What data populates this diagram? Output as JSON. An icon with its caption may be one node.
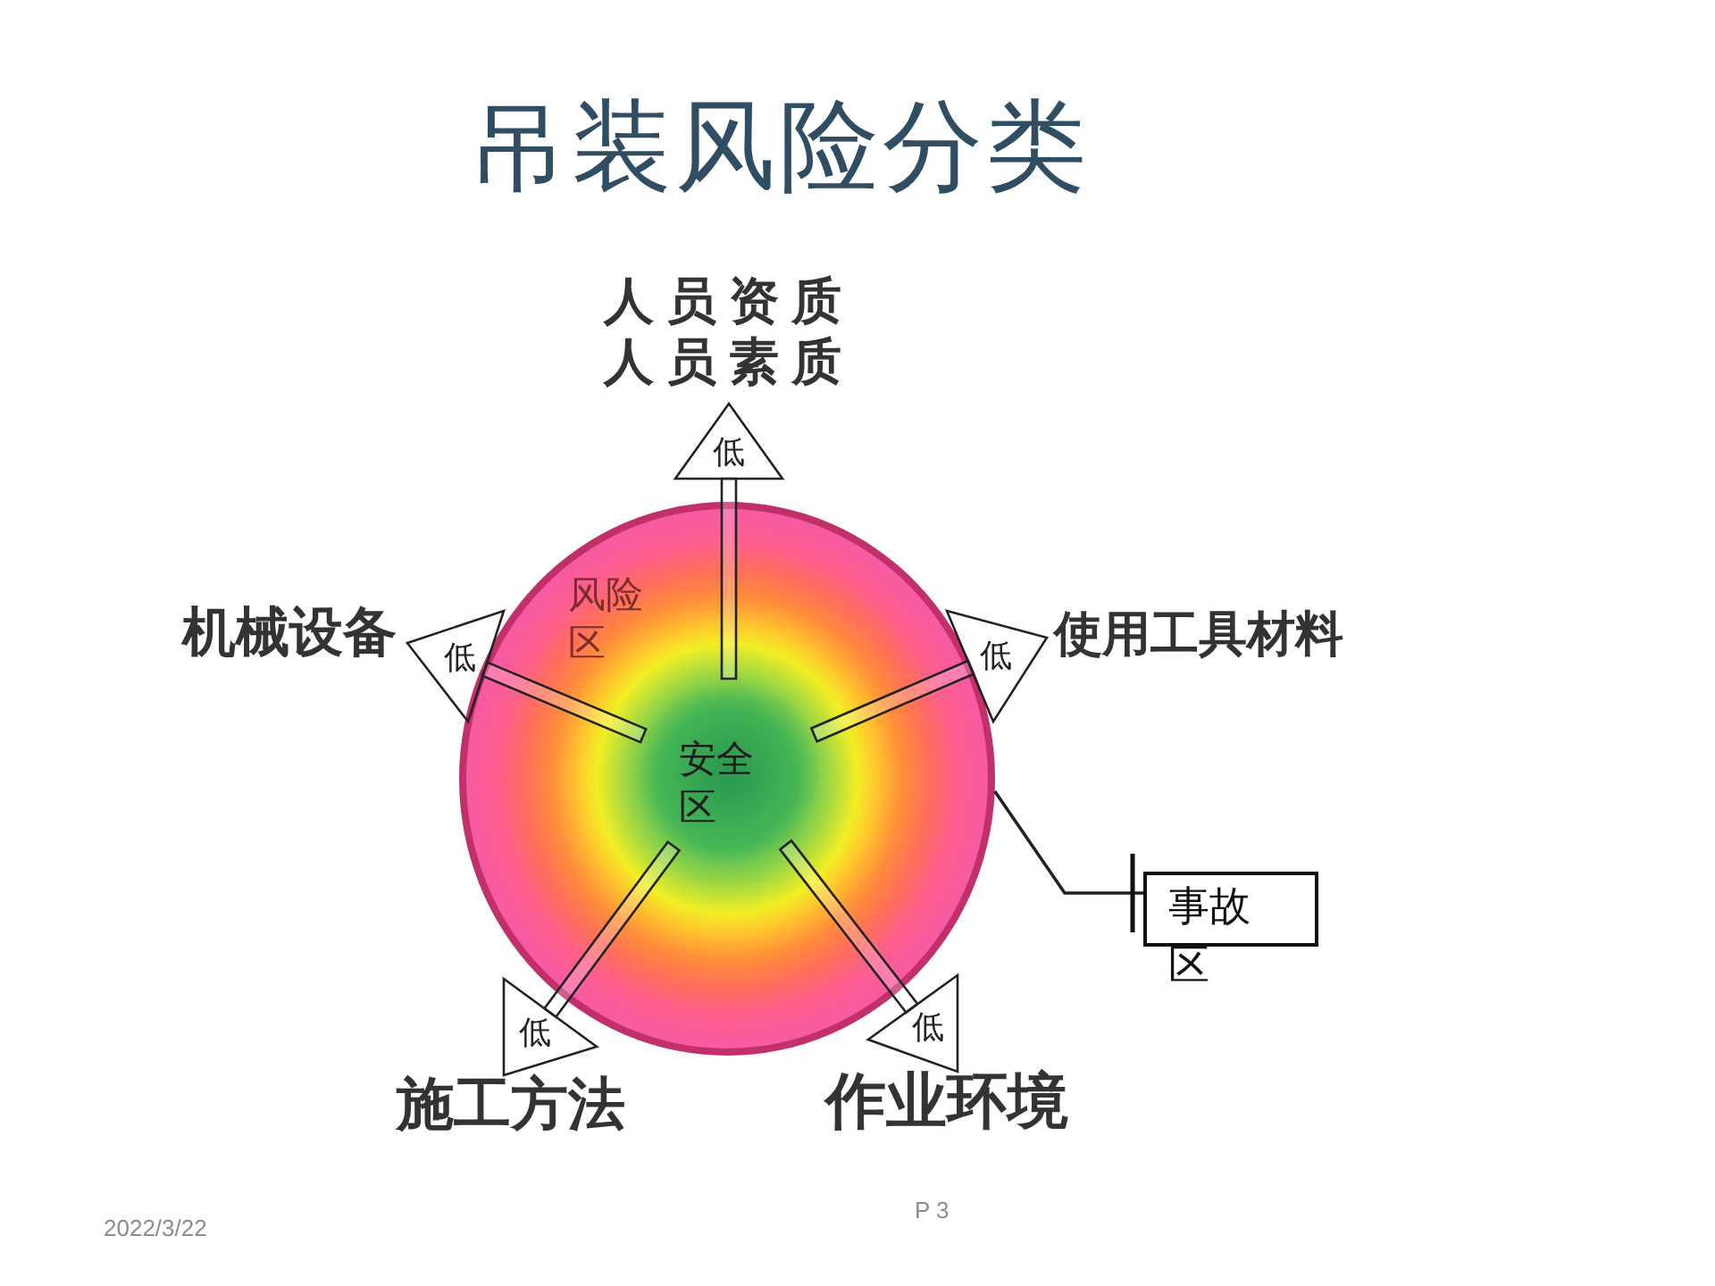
{
  "diagram": {
    "title": "吊装风险分类",
    "nodes": [
      {
        "text": [
          "风险区"
        ]
      },
      {
        "text": [
          "安全区"
        ],
        "in": 0
      },
      {
        "text": [
          "低"
        ],
        "beside": [
          "人员资质",
          "人员素质"
        ]
      },
      {
        "text": [
          "低"
        ],
        "beside": [
          "机械设备"
        ]
      },
      {
        "text": [
          "低"
        ],
        "beside": [
          "使用工具材料"
        ]
      },
      {
        "text": [
          "事故区"
        ]
      },
      {
        "text": [
          "低"
        ],
        "beside": [
          "施工方法"
        ]
      },
      {
        "text": [
          "低"
        ],
        "beside": [
          "作业环境"
        ]
      }
    ],
    "edges": [
      {
        "from": 1,
        "to": 2,
        "arrow": "none",
        "style": "thick"
      },
      {
        "from": 1,
        "to": 3,
        "arrow": "none",
        "style": "thick"
      },
      {
        "from": 1,
        "to": 4,
        "arrow": "none",
        "style": "thick"
      },
      {
        "from": 1,
        "to": 6,
        "arrow": "none",
        "style": "thick"
      },
      {
        "from": 1,
        "to": 7,
        "arrow": "none",
        "style": "thick"
      },
      {
        "from": 0,
        "to": 5,
        "arrow": "other"
      }
    ],
    "labels": [
      "2022/3/22",
      "P 3"
    ]
  }
}
